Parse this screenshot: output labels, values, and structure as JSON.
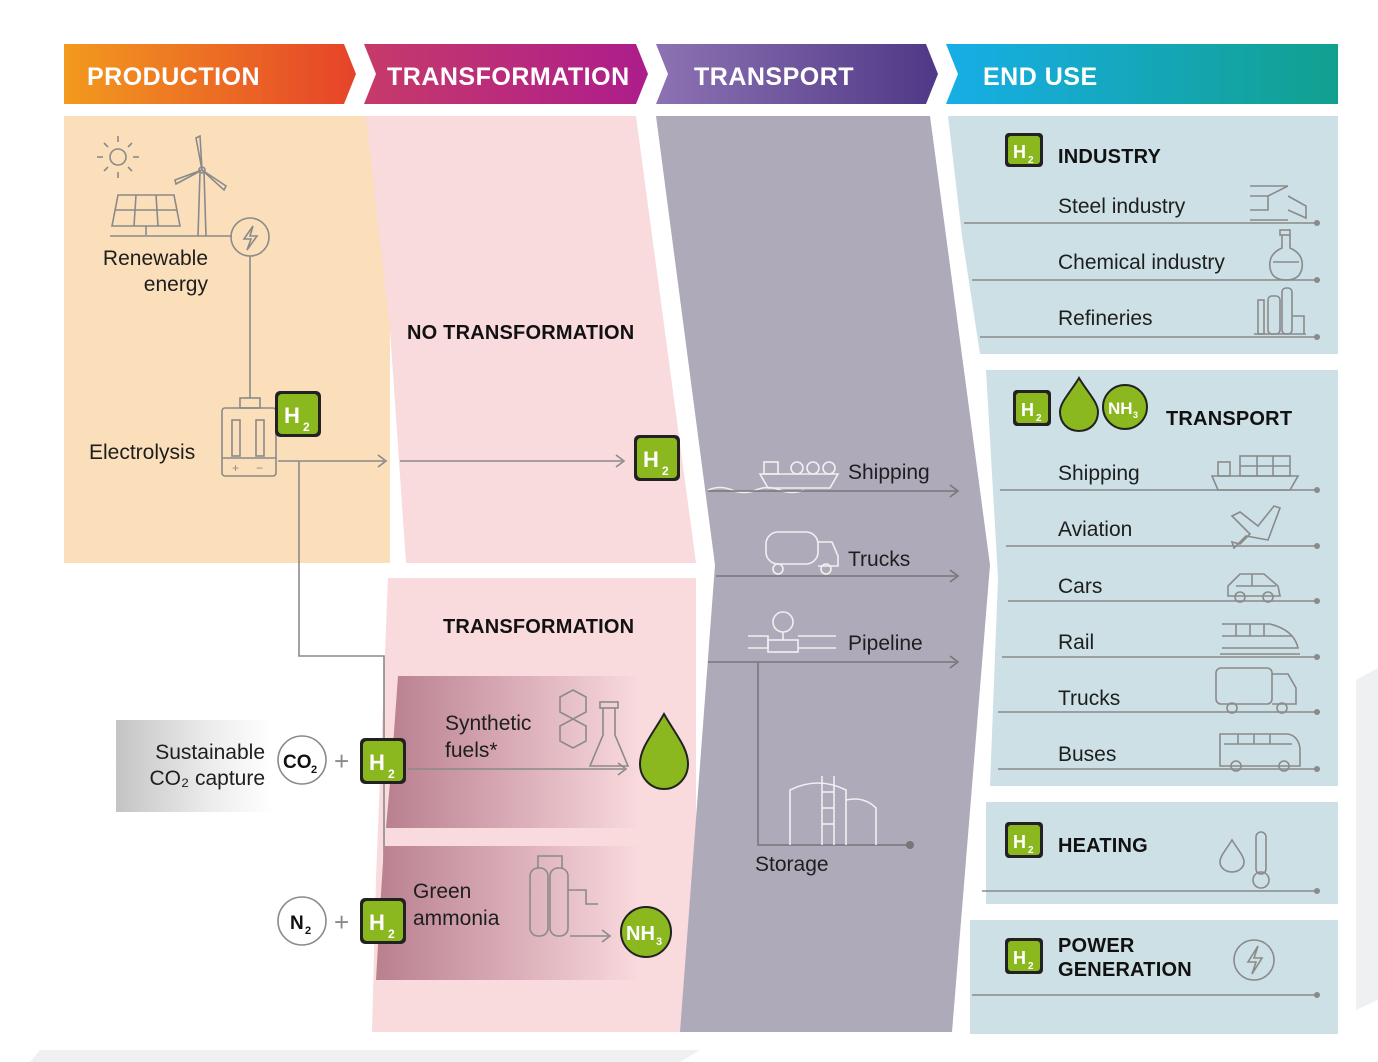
{
  "headers": {
    "production": "PRODUCTION",
    "transformation": "TRANSFORMATION",
    "transport": "TRANSPORT",
    "end_use": "END USE"
  },
  "production": {
    "renewable_line1": "Renewable",
    "renewable_line2": "energy",
    "electrolysis": "Electrolysis",
    "co2_line1": "Sustainable",
    "co2_line2": "CO₂ capture"
  },
  "transformation": {
    "no_transformation": "NO TRANSFORMATION",
    "transformation": "TRANSFORMATION",
    "synthetic_line1": "Synthetic",
    "synthetic_line2": "fuels*",
    "ammonia_line1": "Green",
    "ammonia_line2": "ammonia"
  },
  "transport": {
    "shipping": "Shipping",
    "trucks": "Trucks",
    "pipeline": "Pipeline",
    "storage": "Storage"
  },
  "end_use": {
    "industry": {
      "title": "INDUSTRY",
      "items": [
        "Steel industry",
        "Chemical industry",
        "Refineries"
      ]
    },
    "transport": {
      "title": "TRANSPORT",
      "items": [
        "Shipping",
        "Aviation",
        "Cars",
        "Rail",
        "Trucks",
        "Buses"
      ]
    },
    "heating": {
      "title": "HEATING"
    },
    "power": {
      "title_line1": "POWER",
      "title_line2": "GENERATION"
    }
  },
  "badges": {
    "h": "H",
    "two": "2",
    "co": "CO",
    "n": "N",
    "nh": "NH",
    "three": "3",
    "plus": "+"
  },
  "colors": {
    "production_grad": [
      "#f29220",
      "#e84524"
    ],
    "transformation_grad": [
      "#c4336e",
      "#b01c87"
    ],
    "transport_grad": [
      "#8a70b0",
      "#543c8a"
    ],
    "end_use_grad": [
      "#16a9e1",
      "#13a093"
    ],
    "production_bg": "#fbdfba",
    "transformation_bg": "#f9dadd",
    "transport_bg": "#aeaaba",
    "end_use_bg": "#cde0e5",
    "h2_green": "#8bb81f"
  }
}
